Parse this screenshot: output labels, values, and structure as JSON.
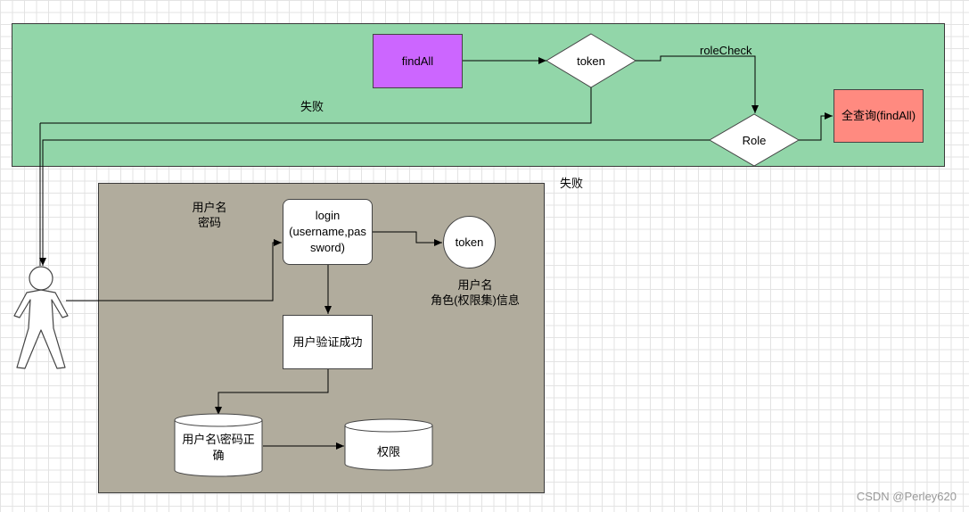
{
  "nodes": {
    "findall": "findAll",
    "token_diamond": "token",
    "role_diamond": "Role",
    "query_all": "全查询(findAll)",
    "login": "login\n(username,pas\nsword)",
    "token_circle": "token",
    "verify_success": "用户验证成功",
    "credentials_db": "用户名\\密码正\n确",
    "permission_db": "权限"
  },
  "labels": {
    "role_check": "roleCheck",
    "fail_top": "失败",
    "fail_right": "失败",
    "username_password": "用户名\n密码",
    "token_info": "用户名\n角色(权限集)信息"
  },
  "watermark": "CSDN @Perley620",
  "colors": {
    "top_panel": "#92d6a9",
    "bottom_panel": "#b1ac9d",
    "findall": "#cc66ff",
    "query_all": "#ff8a80"
  }
}
